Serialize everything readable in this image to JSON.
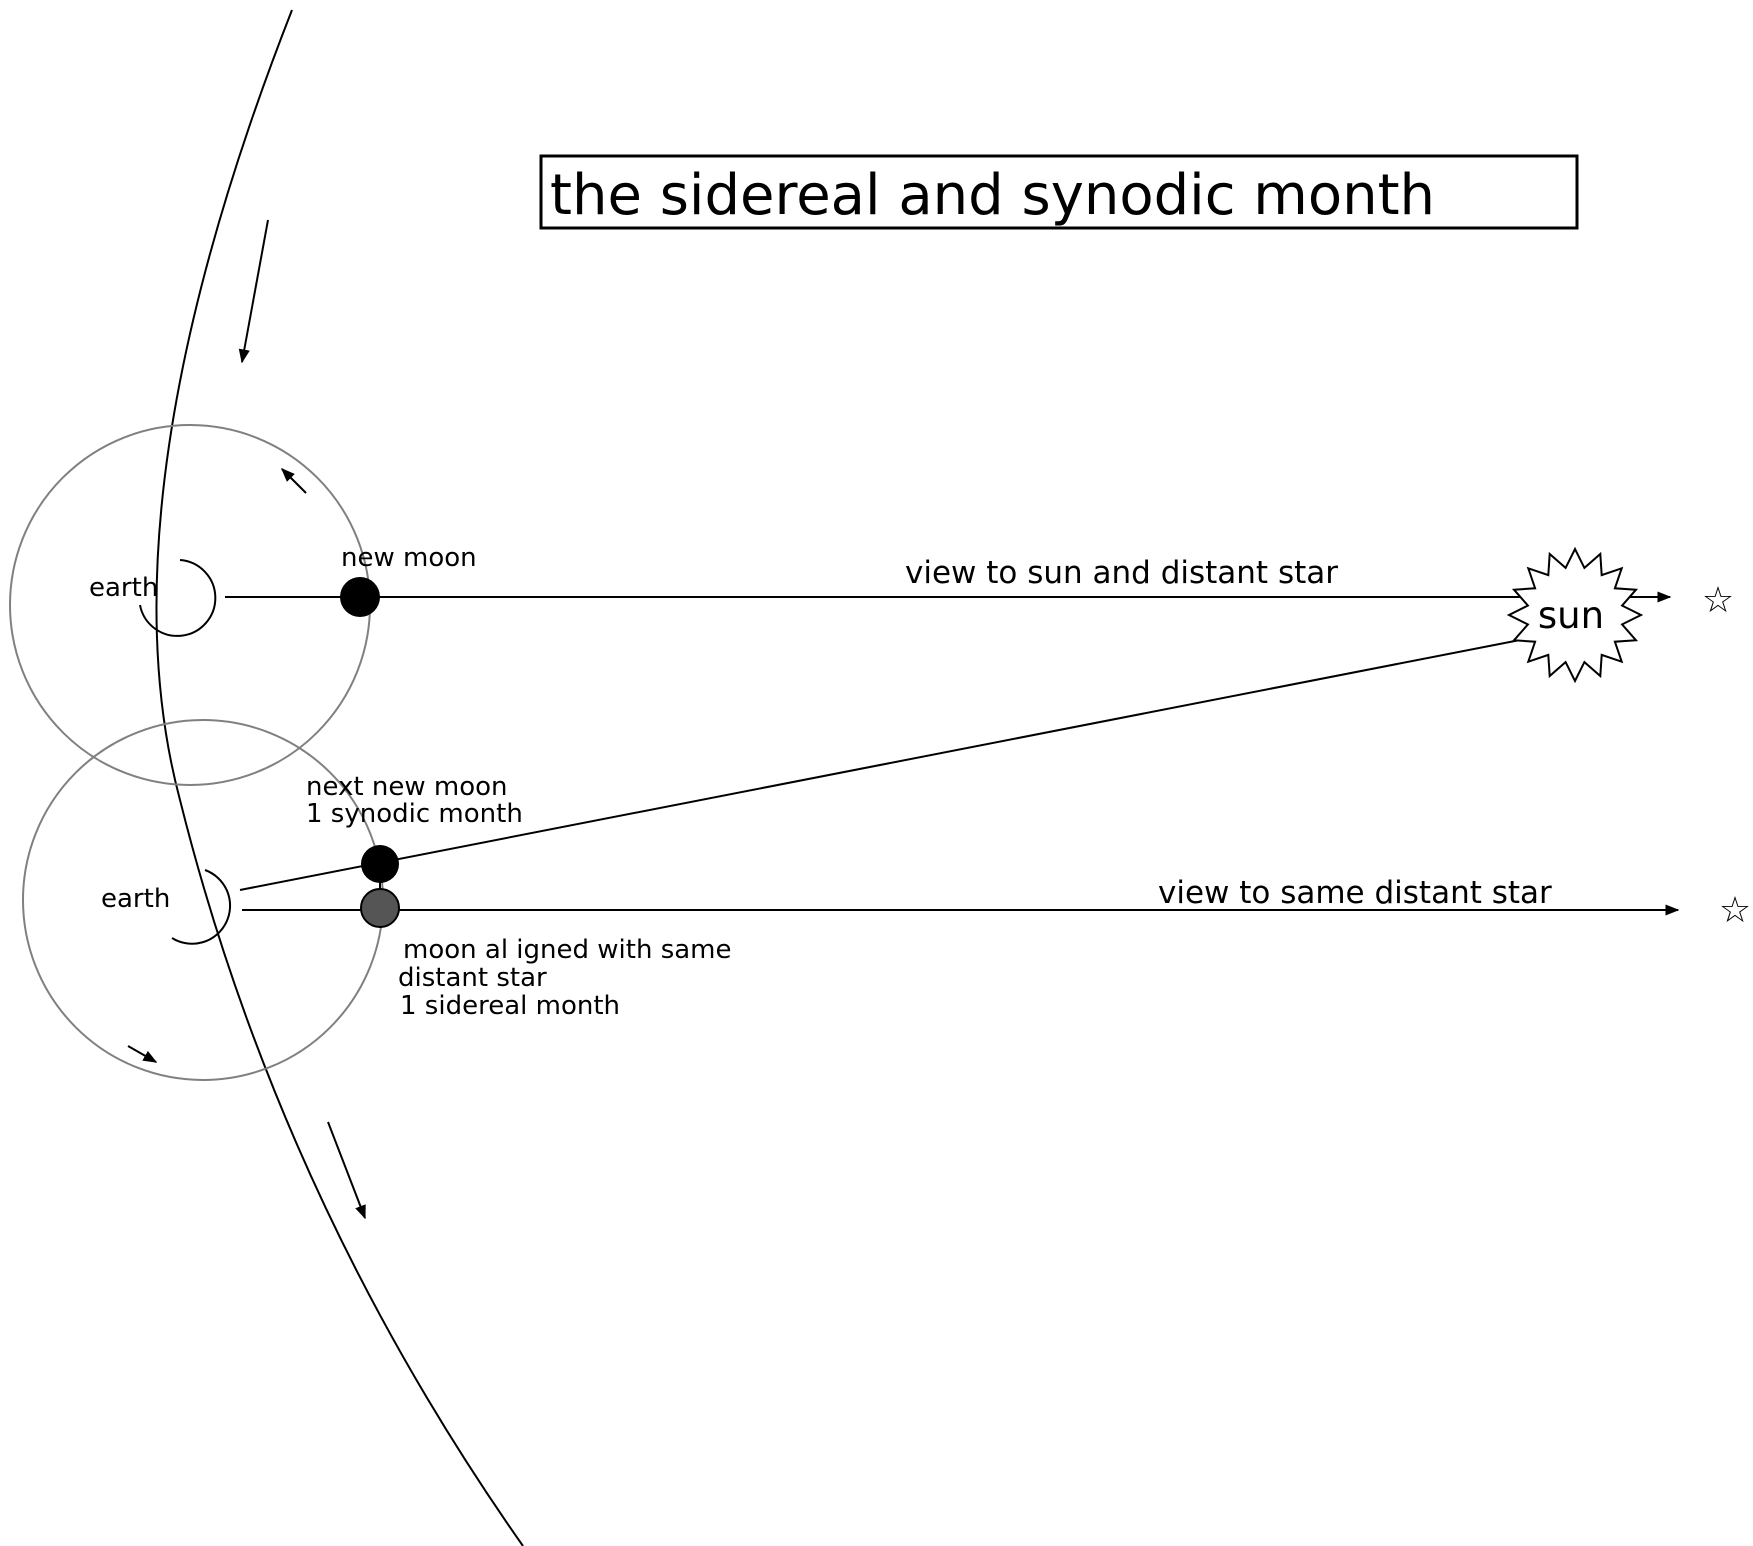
{
  "title": "the sidereal  and synodic month",
  "labels": {
    "earth_top": "earth",
    "earth_bottom": "earth",
    "new_moon": "new moon",
    "next_new_moon_line1": "next new moon",
    "next_new_moon_line2": "1 synodic month",
    "view_sun_star": "view to sun and distant star",
    "view_same_star": "view to same distant star",
    "moon_aligned_line1": "moon al igned with same",
    "moon_aligned_line2": "distant star",
    "moon_aligned_line3": "1 sidereal  month",
    "sun": "sun"
  },
  "icons": {
    "star_top": "☆",
    "star_bottom": "☆"
  },
  "colors": {
    "line": "#000000",
    "orbit": "#808080",
    "moon_new": "#000000",
    "moon_sidereal": "#555555"
  }
}
